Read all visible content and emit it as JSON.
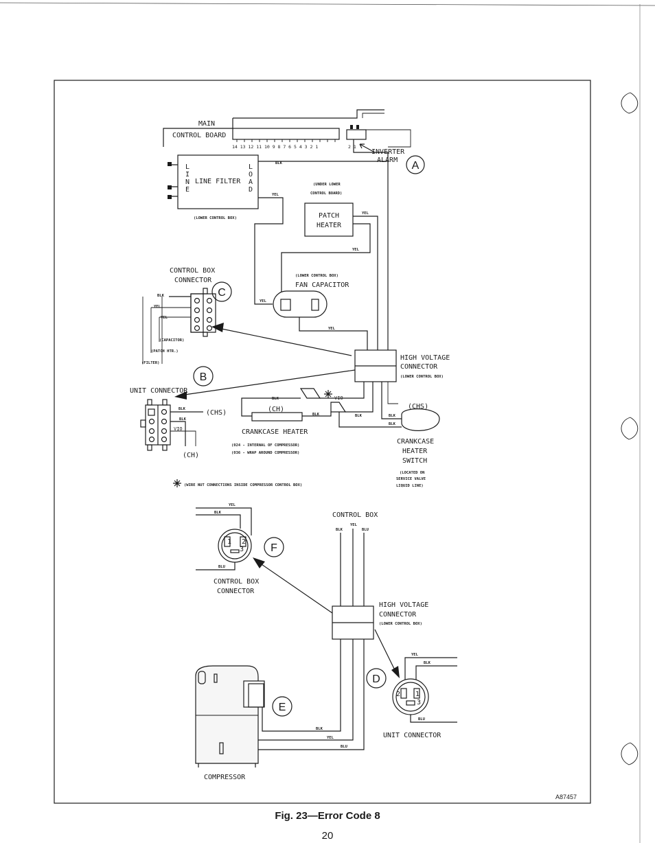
{
  "labels": {
    "main": "MAIN",
    "control_board": "CONTROL BOARD",
    "pins": "14 13 12 11 10 9 8 7 6 5 4 3 2 1",
    "inverter_pins": "2 1",
    "inverter_alarm_1": "INVERTER",
    "inverter_alarm_2": "ALARM",
    "line_filter": "LINE FILTER",
    "line_letters": "LINE",
    "load_letters": "LOAD",
    "lower_control_box_1": "(LOWER CONTROL BOX)",
    "under_lower_1": "(UNDER LOWER",
    "under_lower_2": "CONTROL BOARD)",
    "patch_heater_1": "PATCH",
    "patch_heater_2": "HEATER",
    "control_box_connector_1": "CONTROL BOX",
    "control_box_connector_2": "CONNECTOR",
    "lower_control_box_2": "(LOWER CONTROL BOX)",
    "fan_capacitor": "FAN CAPACITOR",
    "capacitor": "(CAPACITOR)",
    "patch_htr": "(PATCH HTR.)",
    "filter": "(FILTER)",
    "high_voltage_1": "HIGH VOLTAGE",
    "high_voltage_2": "CONNECTOR",
    "lower_control_box_3": "(LOWER CONTROL BOX)",
    "unit_connector": "UNIT CONNECTOR",
    "chs": "(CHS)",
    "ch": "(CH)",
    "crankcase_heater": "CRANKCASE HEATER",
    "crank_note_1": "(024 - INTERNAL OF COMPRESSOR)",
    "crank_note_2": "(036 - WRAP AROUND COMPRESSOR)",
    "chs_right": "(CHS)",
    "crankcase_switch_1": "CRANKCASE",
    "crankcase_switch_2": "HEATER",
    "crankcase_switch_3": "SWITCH",
    "located_1": "(LOCATED ON",
    "located_2": "SERVICE VALVE",
    "located_3": "LIQUID LINE)",
    "wire_nut_note": "(WIRE NUT CONNECTIONS INSIDE COMPRESSOR CONTROL BOX)",
    "control_box_top": "CONTROL BOX",
    "control_box_connector_f_1": "CONTROL BOX",
    "control_box_connector_f_2": "CONNECTOR",
    "high_voltage_b_1": "HIGH VOLTAGE",
    "high_voltage_b_2": "CONNECTOR",
    "lower_control_box_4": "(LOWER CONTROL BOX)",
    "unit_connector_b": "UNIT CONNECTOR",
    "compressor": "COMPRESSOR",
    "figure_code": "A87457"
  },
  "wire_colors": {
    "blk": "BLK",
    "yel": "YEL",
    "vio": "VIO",
    "blu": "BLU"
  },
  "callouts": {
    "a": "A",
    "b": "B",
    "c": "C",
    "d": "D",
    "e": "E",
    "f": "F"
  },
  "pin_numbers": {
    "one": "1",
    "two": "2",
    "three": "3"
  },
  "caption": "Fig. 23—Error Code 8",
  "page_number": "20"
}
